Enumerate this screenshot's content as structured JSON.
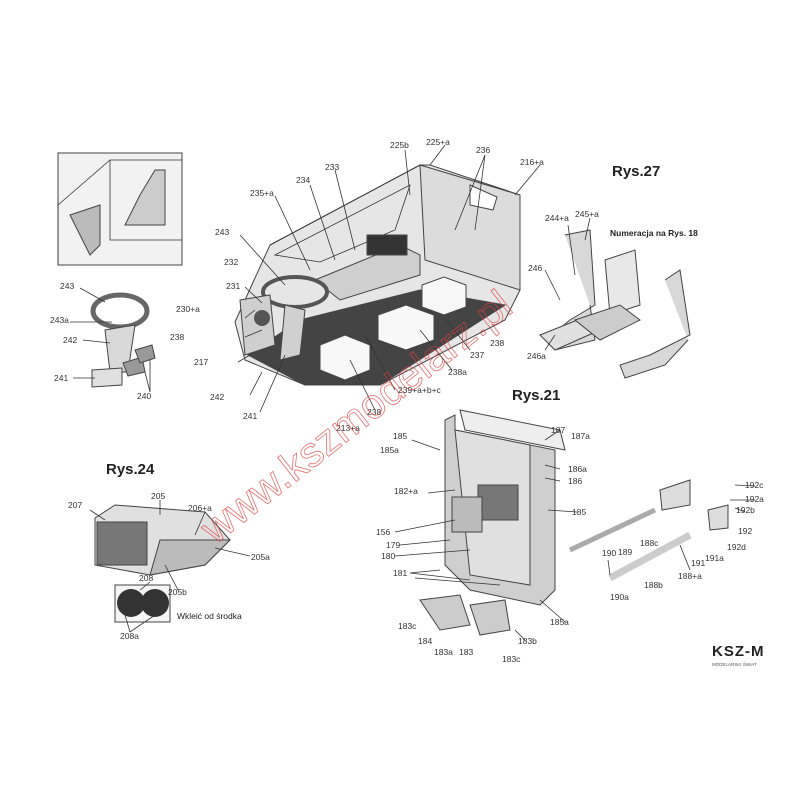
{
  "figures": {
    "rys27": "Rys.27",
    "rys21": "Rys.21",
    "rys24": "Rys.24"
  },
  "cab_labels": [
    "225b",
    "225+a",
    "236",
    "216+a",
    "233",
    "234",
    "235+a",
    "243",
    "232",
    "231",
    "230+a",
    "238",
    "217",
    "242",
    "241",
    "237",
    "238",
    "238a",
    "239+a+b+c",
    "238",
    "213+a"
  ],
  "wheel_labels": [
    "243",
    "243a",
    "242",
    "241",
    "240"
  ],
  "rys24_labels": [
    "207",
    "205",
    "206+a",
    "205a",
    "205b",
    "208",
    "208a"
  ],
  "rys24_note": "Wkleić od środka",
  "rys27_labels": [
    "244+a",
    "245+a",
    "246",
    "246a"
  ],
  "rys27_note": "Numeracja na Rys. 18",
  "rys21_labels": [
    "187",
    "187a",
    "186a",
    "186",
    "185",
    "185a",
    "182+a",
    "185",
    "156",
    "179",
    "180",
    "181",
    "183c",
    "184",
    "183a",
    "183",
    "183b",
    "183c",
    "185a",
    "192c",
    "192a",
    "192b",
    "192",
    "192d",
    "191a",
    "191",
    "188c",
    "190",
    "189",
    "188+a",
    "188b",
    "190a"
  ],
  "logo": {
    "brand": "KSZ-M",
    "subtitle": "MODELARSKI ŚWIAT"
  },
  "watermark": "www.kszmodelarz.pl",
  "colors": {
    "watermark": "#e04040",
    "part_fill": "#d8d8d8",
    "floor": "#444444"
  }
}
